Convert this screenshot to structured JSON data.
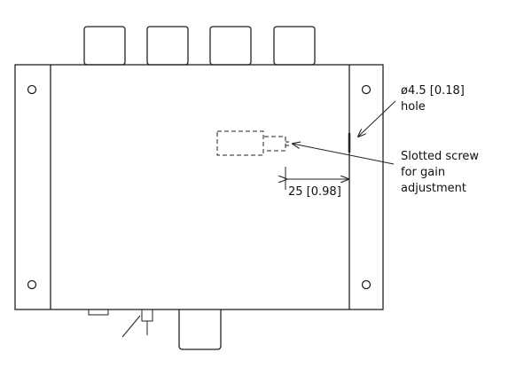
{
  "callouts": {
    "hole_line1": "ø4.5 [0.18]",
    "hole_line2": "hole",
    "screw_line1": "Slotted screw",
    "screw_line2": "for gain",
    "screw_line3": "adjustment",
    "dimension": "25 [0.98]"
  }
}
